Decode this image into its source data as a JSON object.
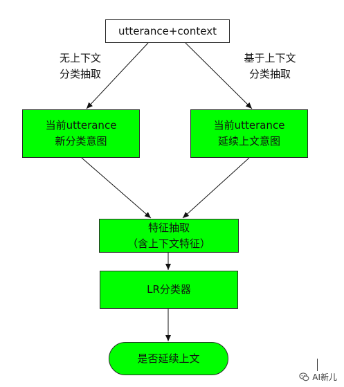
{
  "nodes": {
    "input": {
      "text": "utterance+context"
    },
    "current_new": {
      "line1": "当前utterance",
      "line2": "新分类意图"
    },
    "current_continue": {
      "line1": "当前utterance",
      "line2": "延续上文意图"
    },
    "feature": {
      "line1": "特征抽取",
      "line2": "（含上下文特征）"
    },
    "lr": {
      "text": "LR分类器"
    },
    "decision": {
      "text": "是否延续上文"
    }
  },
  "edge_labels": {
    "left": {
      "line1": "无上下文",
      "line2": "分类抽取"
    },
    "right": {
      "line1": "基于上下文",
      "line2": "分类抽取"
    }
  },
  "watermark": {
    "text": "AI新儿"
  },
  "colors": {
    "node_fill": "#00ff00",
    "input_fill": "#ffffff",
    "border": "#2a2a2a",
    "arrow": "#111111"
  },
  "icons": [
    "wechat-icon"
  ]
}
